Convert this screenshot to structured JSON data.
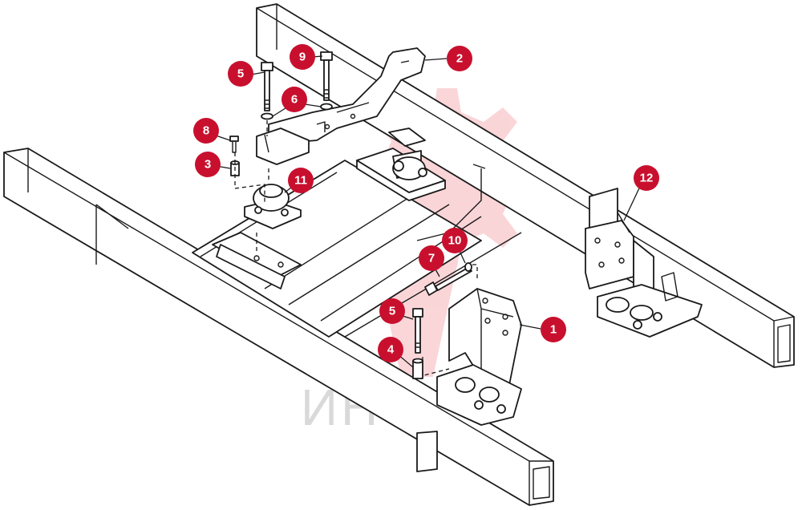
{
  "watermark": {
    "text": "ИНТЕХ",
    "color": "#e41e2b"
  },
  "callout_color": "#c8102e",
  "callouts": [
    {
      "id": "c1",
      "label": "1"
    },
    {
      "id": "c2",
      "label": "2"
    },
    {
      "id": "c3",
      "label": "3"
    },
    {
      "id": "c4",
      "label": "4"
    },
    {
      "id": "c5a",
      "label": "5"
    },
    {
      "id": "c5b",
      "label": "5"
    },
    {
      "id": "c6",
      "label": "6"
    },
    {
      "id": "c7",
      "label": "7"
    },
    {
      "id": "c8",
      "label": "8"
    },
    {
      "id": "c9",
      "label": "9"
    },
    {
      "id": "c10",
      "label": "10"
    },
    {
      "id": "c11",
      "label": "11"
    },
    {
      "id": "c12",
      "label": "12"
    }
  ]
}
